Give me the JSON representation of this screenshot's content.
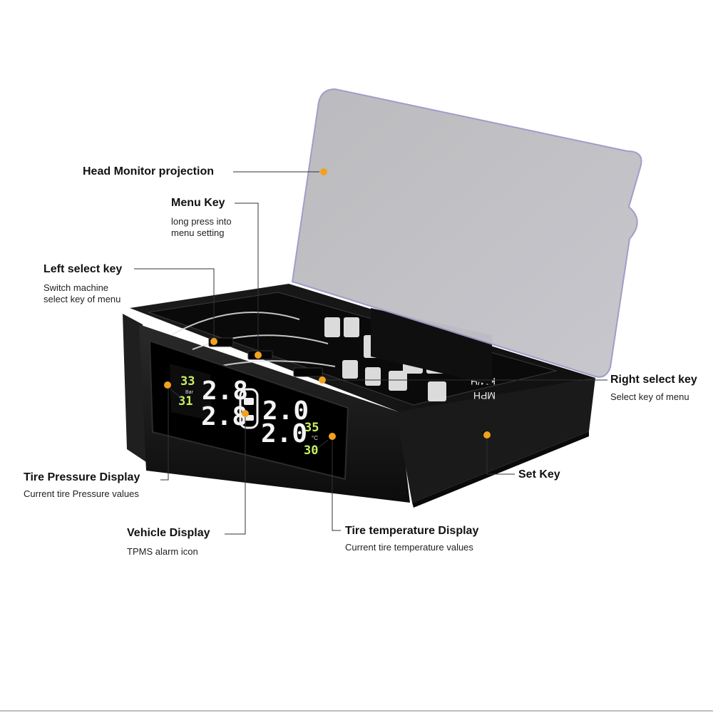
{
  "callouts": {
    "head_monitor": {
      "title": "Head Monitor projection"
    },
    "menu_key": {
      "title": "Menu Key",
      "desc_line1": "long press into",
      "desc_line2": "menu setting"
    },
    "left_select": {
      "title": "Left select key",
      "desc_line1": "Switch machine",
      "desc_line2": "select key of menu"
    },
    "right_select": {
      "title": "Right select key",
      "desc": "Select key of menu"
    },
    "tire_pressure": {
      "title": "Tire Pressure Display",
      "desc": "Current tire Pressure values"
    },
    "set_key": {
      "title": "Set Key"
    },
    "vehicle_display": {
      "title": "Vehicle Display",
      "desc": "TPMS alarm icon"
    },
    "tire_temperature": {
      "title": "Tire temperature Display",
      "desc": "Current tire temperature values"
    }
  },
  "lcd": {
    "pressure_small_top": "33",
    "pressure_small_bottom": "31",
    "unit_bar": "Bar",
    "pressure_big_left_top": "2.8",
    "pressure_big_left_bottom": "2.8",
    "pressure_big_right_top": "2.0",
    "pressure_big_right_bottom": "2.0",
    "temp_top": "35",
    "temp_unit": "°C",
    "temp_bottom": "30"
  },
  "hud": {
    "unit_top": "KM/H",
    "unit_bottom": "MPH"
  },
  "colors": {
    "callout_dot": "#F2A21E",
    "lcd_green": "#C8F060",
    "device_body": "#151515"
  }
}
